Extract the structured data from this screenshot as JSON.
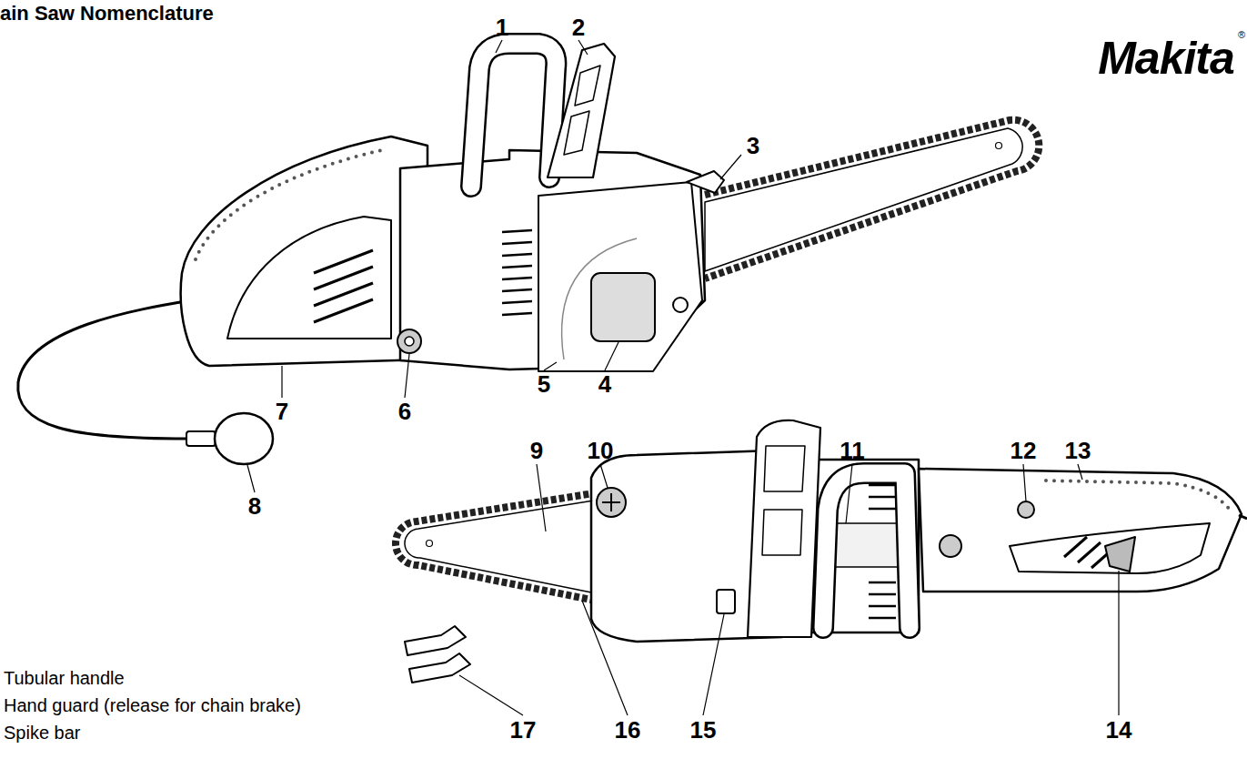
{
  "diagram": {
    "title": "ain Saw Nomenclature",
    "labels": [
      "Makita",
      "®",
      "1",
      "2",
      "3",
      "4",
      "5",
      "6",
      "7",
      "8",
      "9",
      "10",
      "11",
      "12",
      "13",
      "14",
      "15",
      "16",
      "17",
      "Tubular handle",
      "Hand guard (release for chain brake)",
      "Spike bar"
    ]
  }
}
